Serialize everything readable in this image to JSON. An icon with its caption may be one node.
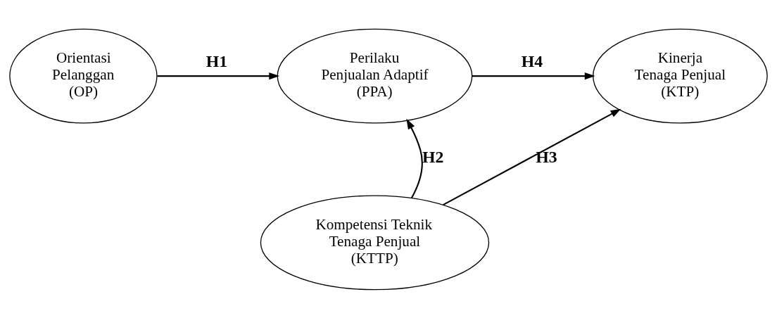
{
  "diagram": {
    "nodes": [
      {
        "text": [
          "Orientasi Pelanggan (OP)"
        ]
      },
      {
        "text": [
          "Perilaku Penjualan Adaptif (PPA)"
        ]
      },
      {
        "text": [
          "Kinerja Tenaga Penjual (KTP)"
        ]
      },
      {
        "text": [
          "Kompetensi Teknik Tenaga Penjual (KTTP)"
        ]
      }
    ],
    "edges": [
      {
        "from": 0,
        "to": 1,
        "arrow": "to",
        "label": "H1"
      },
      {
        "from": 3,
        "to": 1,
        "arrow": "to",
        "label": "H2"
      },
      {
        "from": 3,
        "to": 2,
        "arrow": "to",
        "label": "H3"
      },
      {
        "from": 1,
        "to": 2,
        "arrow": "to",
        "label": "H4"
      }
    ]
  }
}
